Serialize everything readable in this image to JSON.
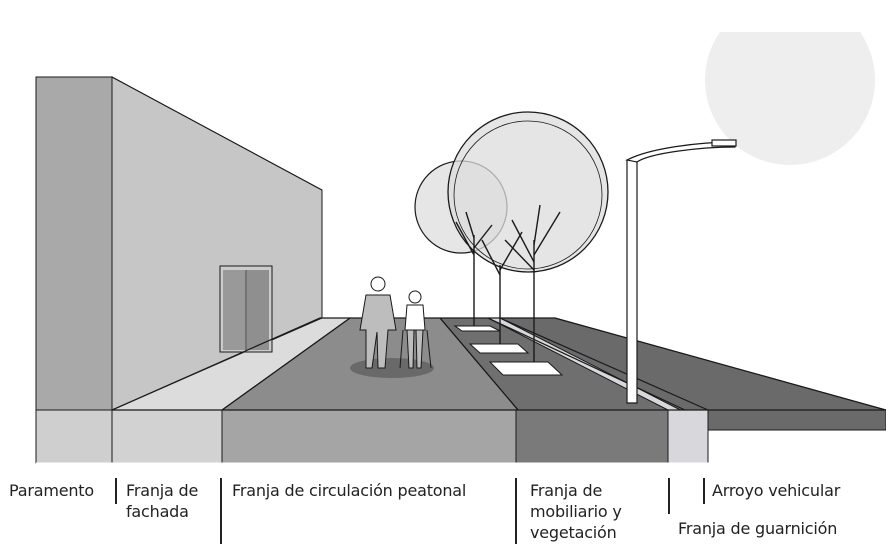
{
  "colors": {
    "background": "#ffffff",
    "building_top": "#a9a9a9",
    "building_side": "#c6c6c6",
    "building_front_strip": "#cfcfcf",
    "facade_strip": "#dcdcdc",
    "facade_strip_front": "#d2d2d2",
    "pedestrian_strip": "#8c8c8c",
    "pedestrian_front": "#a5a5a5",
    "furniture_strip": "#6f6f6f",
    "furniture_front": "#7a7a7a",
    "curb": "#d8d8dc",
    "roadway": "#6a6a6a",
    "roadway_front": "#ffffff",
    "tree_canopy": "#e2e2e2",
    "line": "#1a1a1a"
  },
  "labels": {
    "paramento": "Paramento",
    "franja_fachada": "Franja de\nfachada",
    "franja_circulacion": "Franja de circulación peatonal",
    "franja_mobiliario": "Franja de\nmobiliario y\nvegetación",
    "arroyo_vehicular": "Arroyo vehicular",
    "franja_guarnicion": "Franja de guarnición"
  },
  "icons": {
    "pedestrians": "two-people-icon",
    "door": "door-icon",
    "trees": "tree-icon",
    "streetlight": "streetlight-icon"
  }
}
